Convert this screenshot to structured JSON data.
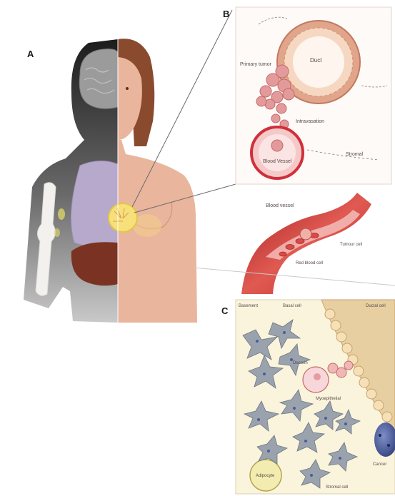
{
  "panels": {
    "a": {
      "letter": "A"
    },
    "b": {
      "letter": "B",
      "labels": {
        "primary_tumor": "Primary tumor",
        "duct": "Duct",
        "intravasation": "Intravasation",
        "blood_vessel": "Blood Vessel",
        "stromal": "Stromal",
        "blood_vessel_2": "Blood vessel",
        "tumour_cell": "Tumour cell",
        "red_blood_cell": "Red blood cell"
      }
    },
    "c": {
      "letter": "C",
      "labels": {
        "basement": "Basement",
        "basal_cell": "Basal cell",
        "ductal_cell": "Ductal cell",
        "decorin": "Decorin",
        "adipocyte": "Adipocyte",
        "stromal_cell": "Stromal cell",
        "myoepithelial": "Myoepithelial",
        "cancer": "Cancer"
      }
    }
  },
  "colors": {
    "skin": "#e9b59c",
    "hair": "#8a4a2e",
    "lung": "#b7a9cc",
    "liver": "#7a3322",
    "vessel_red": "#c9302c",
    "tumor_pink": "#e39a9a",
    "stroma_bg": "#fbf4dc",
    "fibroblast": "#9aa3ad",
    "nucleus_blue": "#4b5c9a"
  }
}
